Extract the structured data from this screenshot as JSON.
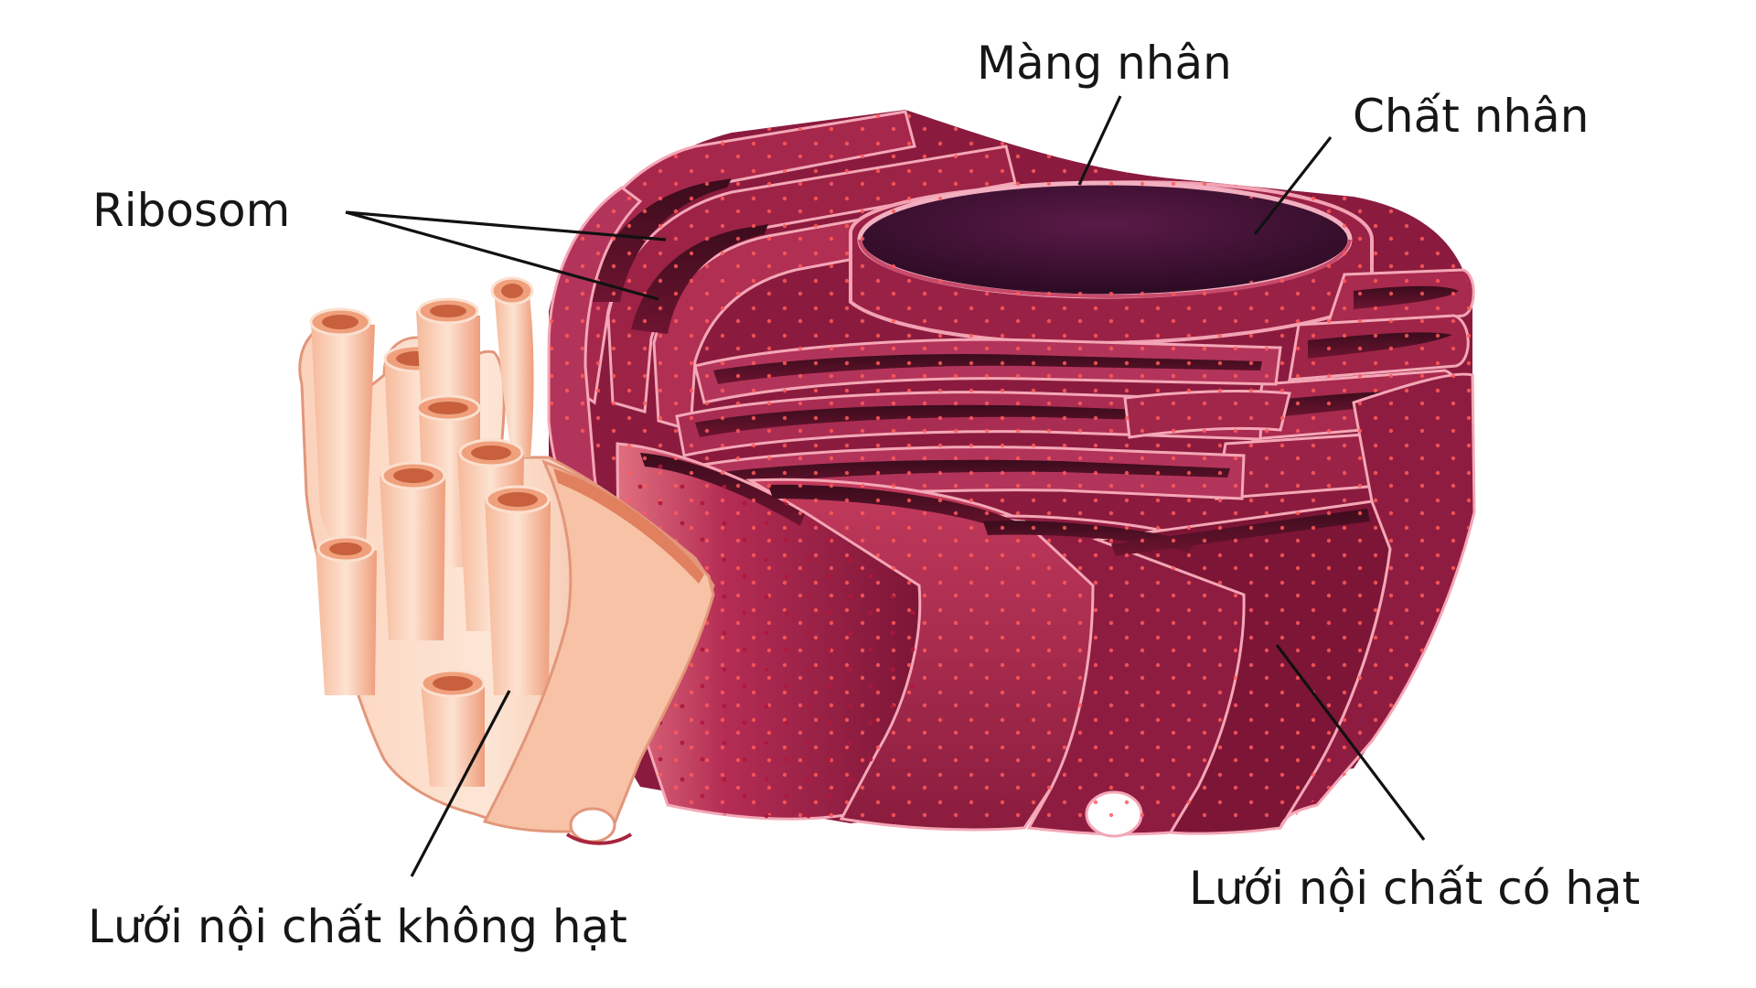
{
  "labels": {
    "mang_nhan": "Màng nhân",
    "chat_nhan": "Chất nhân",
    "ribosom": "Ribosom",
    "luoi_noi_chat_khong_hat": "Lưới nội chất không hạt",
    "luoi_noi_chat_co_hat": "Lưới nội chất có hạt"
  },
  "colors": {
    "background": "#ffffff",
    "label_text": "#161616",
    "leader_line": "#111111",
    "rough_er_dark": "#7e1838",
    "rough_er_mid": "#a8244c",
    "rough_er_light": "#d2566e",
    "ribosome_dot": "#ff4a4a",
    "nucleus_interior": "#3e1230",
    "smooth_er_light": "#fde0cc",
    "smooth_er_mid": "#f3b08e",
    "smooth_er_dark": "#e0805e"
  }
}
